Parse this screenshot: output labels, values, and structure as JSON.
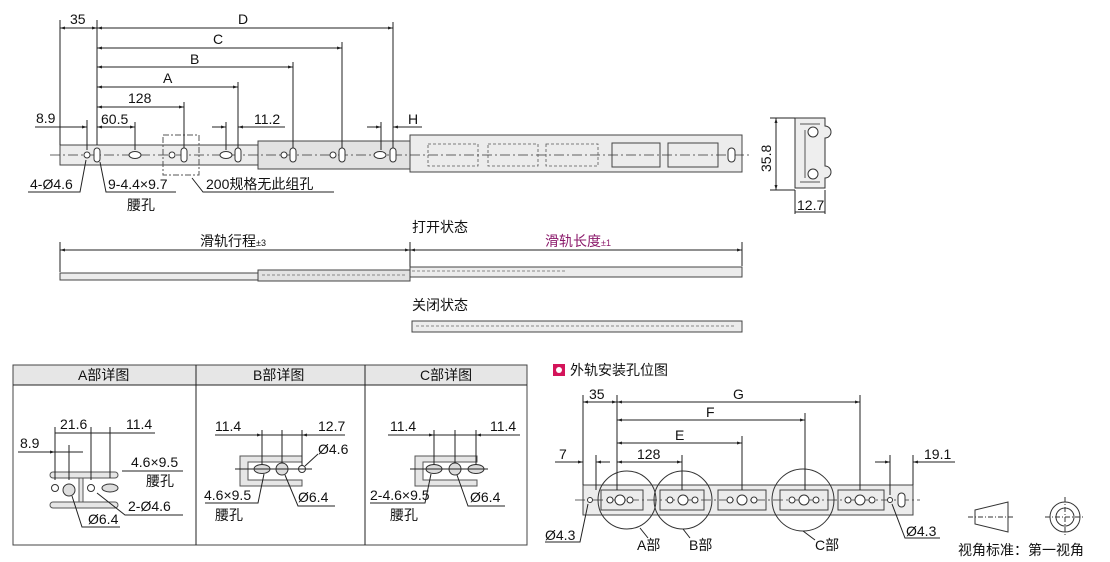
{
  "main_view": {
    "dims": {
      "d35": "35",
      "D": "D",
      "C": "C",
      "B": "B",
      "A": "A",
      "d128": "128",
      "d8_9": "8.9",
      "d60_5": "60.5",
      "d11_2": "11.2",
      "H": "H"
    },
    "callouts": {
      "holes": "4-Ø4.6",
      "slots": "9-4.4×9.7",
      "slot_word": "腰孔",
      "note_200": "200规格无此组孔"
    },
    "end_view": {
      "height": "35.8",
      "width": "12.7"
    }
  },
  "states": {
    "travel_label": "滑轨行程",
    "travel_tol": "±3",
    "open_label": "打开状态",
    "length_label": "滑轨长度",
    "length_tol": "±1",
    "closed_label": "关闭状态"
  },
  "detail_table": {
    "headers": [
      "A部详图",
      "B部详图",
      "C部详图"
    ],
    "a": {
      "d21_6": "21.6",
      "d11_4": "11.4",
      "d8_9": "8.9",
      "slot": "4.6×9.5",
      "slot_word": "腰孔",
      "holes": "2-Ø4.6",
      "big": "Ø6.4"
    },
    "b": {
      "d11_4": "11.4",
      "d12_7": "12.7",
      "hole": "Ø4.6",
      "slot": "4.6×9.5",
      "slot_word": "腰孔",
      "big": "Ø6.4"
    },
    "c": {
      "d11_4a": "11.4",
      "d11_4b": "11.4",
      "slot": "2-4.6×9.5",
      "slot_word": "腰孔",
      "big": "Ø6.4"
    }
  },
  "outer_rail": {
    "title": "外轨安装孔位图",
    "dims": {
      "d35": "35",
      "G": "G",
      "F": "F",
      "E": "E",
      "d128": "128",
      "d7": "7",
      "d19_1": "19.1"
    },
    "labels": {
      "left_hole": "Ø4.3",
      "right_hole": "Ø4.3",
      "a": "A部",
      "b": "B部",
      "c": "C部"
    }
  },
  "projection": {
    "label": "视角标准：第一视角"
  },
  "colors": {
    "accent": "#d4145a",
    "length_label": "#8b1a6b"
  }
}
